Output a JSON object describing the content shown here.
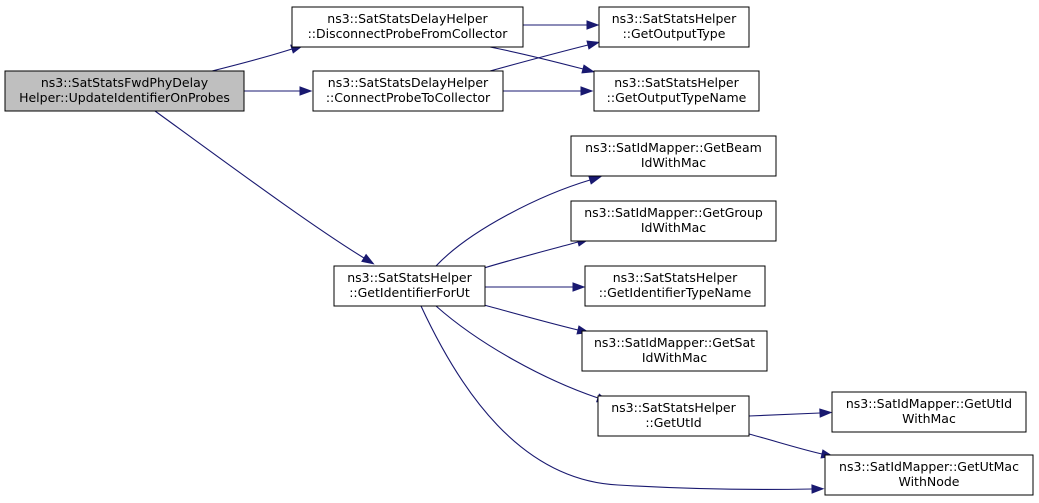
{
  "diagram": {
    "colors": {
      "node_fill": "#ffffff",
      "root_fill": "#bfbfbf",
      "node_border": "#000000",
      "edge": "#191970"
    },
    "nodes": {
      "update": {
        "lines": [
          "ns3::SatStatsFwdPhyDelay",
          "Helper::UpdateIdentifierOnProbes"
        ],
        "is_root": true
      },
      "disconnect": {
        "lines": [
          "ns3::SatStatsDelayHelper",
          "::DisconnectProbeFromCollector"
        ]
      },
      "connect": {
        "lines": [
          "ns3::SatStatsDelayHelper",
          "::ConnectProbeToCollector"
        ]
      },
      "getOutputType": {
        "lines": [
          "ns3::SatStatsHelper",
          "::GetOutputType"
        ]
      },
      "getOutputTypeName": {
        "lines": [
          "ns3::SatStatsHelper",
          "::GetOutputTypeName"
        ]
      },
      "getIdentifierForUt": {
        "lines": [
          "ns3::SatStatsHelper",
          "::GetIdentifierForUt"
        ]
      },
      "getBeamIdWithMac": {
        "lines": [
          "ns3::SatIdMapper::GetBeam",
          "IdWithMac"
        ]
      },
      "getGroupIdWithMac": {
        "lines": [
          "ns3::SatIdMapper::GetGroup",
          "IdWithMac"
        ]
      },
      "getIdentifierTypeName": {
        "lines": [
          "ns3::SatStatsHelper",
          "::GetIdentifierTypeName"
        ]
      },
      "getSatIdWithMac": {
        "lines": [
          "ns3::SatIdMapper::GetSat",
          "IdWithMac"
        ]
      },
      "getUtId": {
        "lines": [
          "ns3::SatStatsHelper",
          "::GetUtId"
        ]
      },
      "getUtIdWithMac": {
        "lines": [
          "ns3::SatIdMapper::GetUtId",
          "WithMac"
        ]
      },
      "getUtMacWithNode": {
        "lines": [
          "ns3::SatIdMapper::GetUtMac",
          "WithNode"
        ]
      }
    },
    "edges": [
      {
        "from": "update",
        "to": "disconnect"
      },
      {
        "from": "update",
        "to": "connect"
      },
      {
        "from": "update",
        "to": "getIdentifierForUt"
      },
      {
        "from": "disconnect",
        "to": "getOutputType"
      },
      {
        "from": "disconnect",
        "to": "getOutputTypeName"
      },
      {
        "from": "connect",
        "to": "getOutputType"
      },
      {
        "from": "connect",
        "to": "getOutputTypeName"
      },
      {
        "from": "getIdentifierForUt",
        "to": "getBeamIdWithMac"
      },
      {
        "from": "getIdentifierForUt",
        "to": "getGroupIdWithMac"
      },
      {
        "from": "getIdentifierForUt",
        "to": "getIdentifierTypeName"
      },
      {
        "from": "getIdentifierForUt",
        "to": "getSatIdWithMac"
      },
      {
        "from": "getIdentifierForUt",
        "to": "getUtId"
      },
      {
        "from": "getIdentifierForUt",
        "to": "getUtMacWithNode"
      },
      {
        "from": "getUtId",
        "to": "getUtIdWithMac"
      },
      {
        "from": "getUtId",
        "to": "getUtMacWithNode"
      }
    ]
  }
}
